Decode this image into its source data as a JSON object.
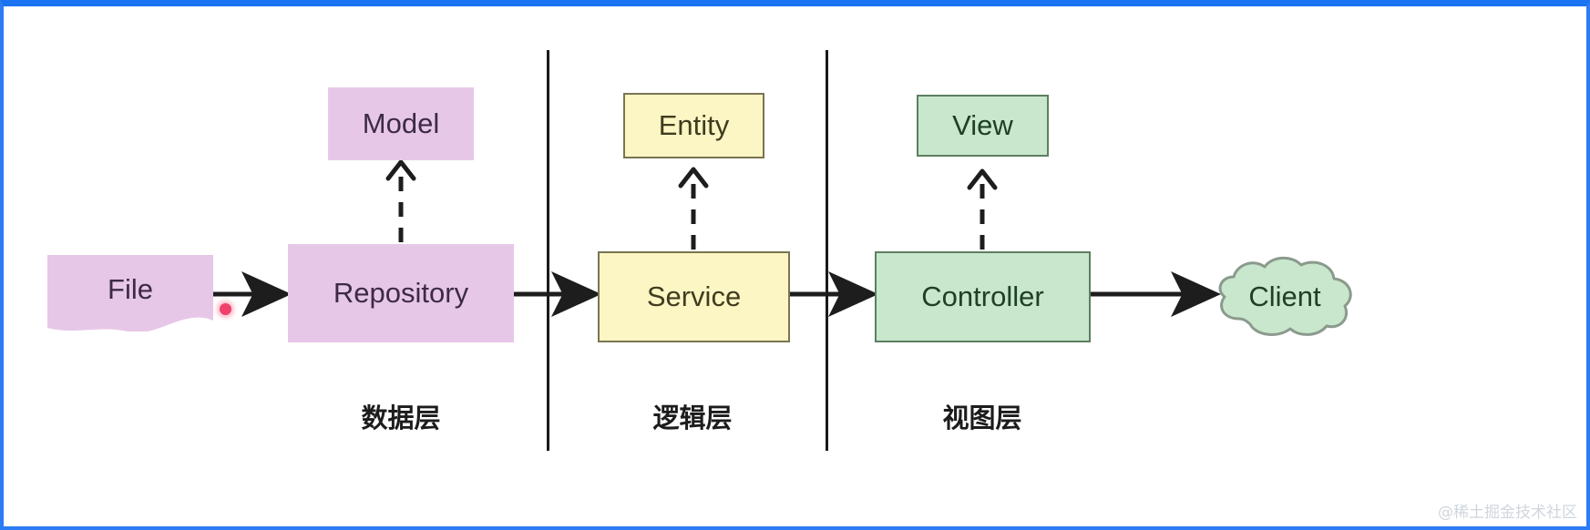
{
  "canvas": {
    "selection_border_color": "#2b7cf5",
    "background": "#ffffff"
  },
  "watermark": {
    "text": "@稀土掘金技术社区"
  },
  "cursor": {
    "color": "#f0416c"
  },
  "layers": [
    {
      "caption": "数据层",
      "accent": "#e7c7e8"
    },
    {
      "caption": "逻辑层",
      "accent": "#fcf6c4"
    },
    {
      "caption": "视图层",
      "accent": "#c9e7cc"
    }
  ],
  "nodes": {
    "file": {
      "label": "File",
      "shape": "document",
      "fill": "#e7c7e8",
      "layer": "数据层"
    },
    "model": {
      "label": "Model",
      "shape": "rect",
      "fill": "#e7c7e8",
      "layer": "数据层"
    },
    "repository": {
      "label": "Repository",
      "shape": "rect",
      "fill": "#e7c7e8",
      "layer": "数据层"
    },
    "entity": {
      "label": "Entity",
      "shape": "rect",
      "fill": "#fcf6c4",
      "stroke": "#7a7452",
      "layer": "逻辑层"
    },
    "service": {
      "label": "Service",
      "shape": "rect",
      "fill": "#fcf6c4",
      "stroke": "#7a7452",
      "layer": "逻辑层"
    },
    "view": {
      "label": "View",
      "shape": "rect",
      "fill": "#c9e7cc",
      "stroke": "#5d7f60",
      "layer": "视图层"
    },
    "controller": {
      "label": "Controller",
      "shape": "rect",
      "fill": "#c9e7cc",
      "stroke": "#5d7f60",
      "layer": "视图层"
    },
    "client": {
      "label": "Client",
      "shape": "cloud",
      "fill": "#c9e7cc",
      "stroke": "#8a9a8c",
      "layer": "视图层"
    }
  },
  "edges": [
    {
      "from": "file",
      "to": "repository",
      "style": "solid",
      "arrow": "filled"
    },
    {
      "from": "repository",
      "to": "model",
      "style": "dashed",
      "arrow": "open"
    },
    {
      "from": "repository",
      "to": "service",
      "style": "solid",
      "arrow": "filled"
    },
    {
      "from": "service",
      "to": "entity",
      "style": "dashed",
      "arrow": "open"
    },
    {
      "from": "service",
      "to": "controller",
      "style": "solid",
      "arrow": "filled"
    },
    {
      "from": "controller",
      "to": "view",
      "style": "dashed",
      "arrow": "open"
    },
    {
      "from": "controller",
      "to": "client",
      "style": "solid",
      "arrow": "filled"
    }
  ]
}
